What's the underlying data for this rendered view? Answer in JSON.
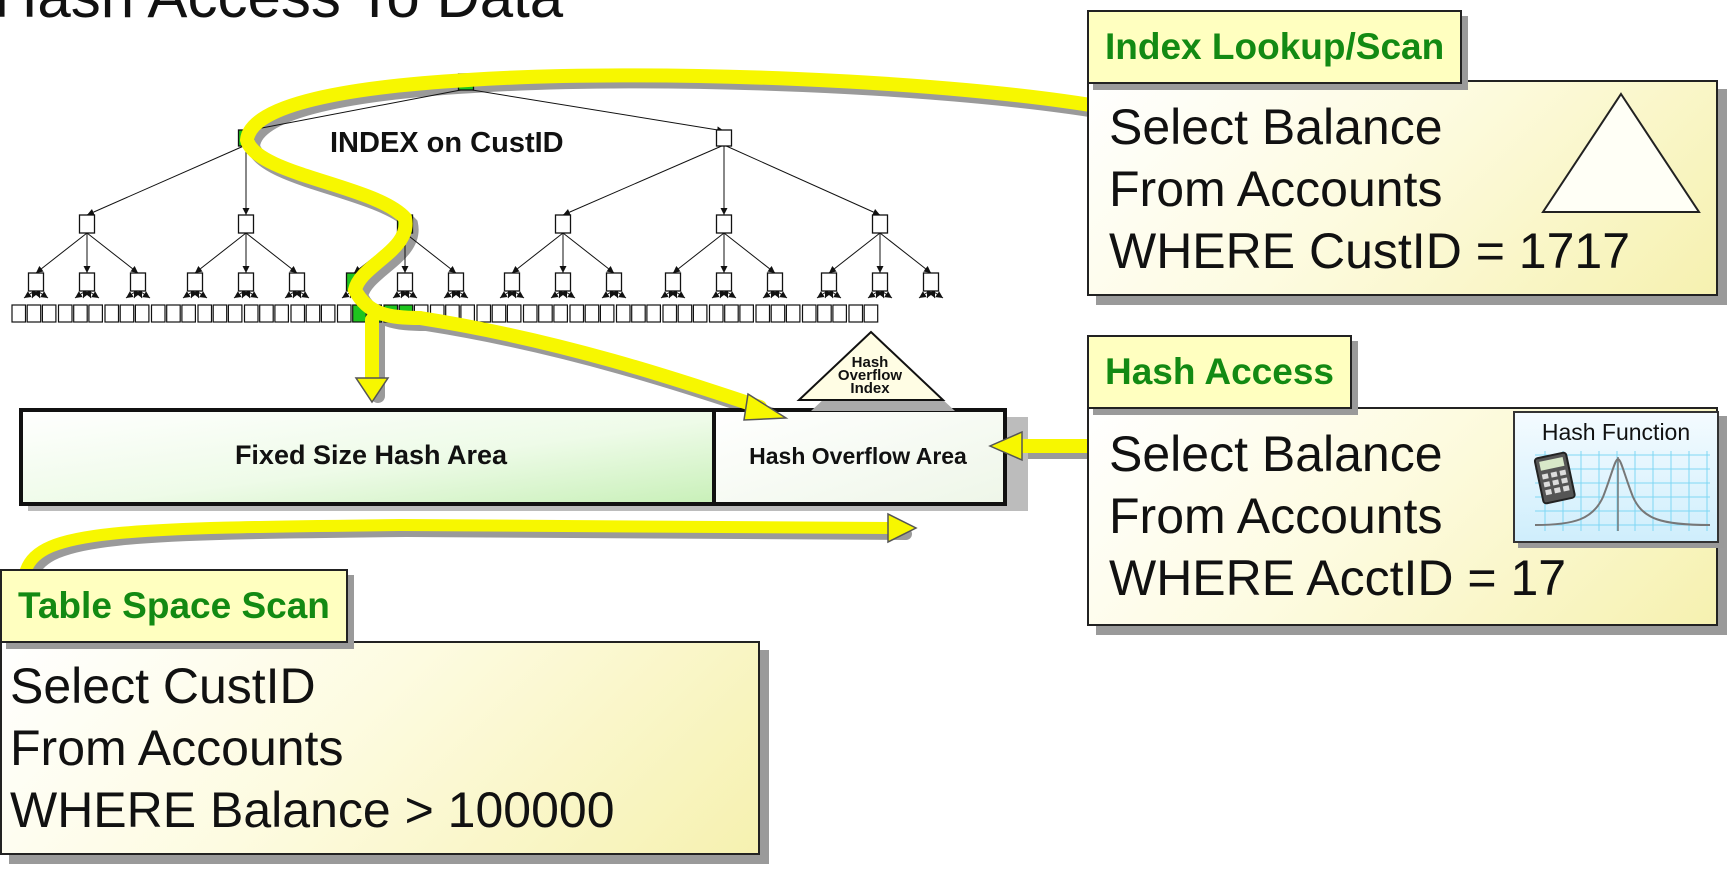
{
  "title": "Hash Access To Data",
  "diagram": {
    "tree_label": "INDEX on CustID",
    "fixed_area_label": "Fixed Size Hash Area",
    "overflow_area_label": "Hash Overflow Area",
    "overflow_index_lines": [
      "Hash",
      "Overflow",
      "Index"
    ]
  },
  "panels": {
    "index": {
      "heading": "Index Lookup/Scan",
      "query": [
        "Select Balance",
        "From Accounts",
        "WHERE CustID = 1717"
      ]
    },
    "hash": {
      "heading": "Hash Access",
      "query": [
        "Select Balance",
        "From Accounts",
        "WHERE AcctID = 17"
      ],
      "function_label": "Hash Function"
    },
    "scan": {
      "heading": "Table Space Scan",
      "query": [
        "Select CustID",
        "From Accounts",
        "WHERE Balance > 100000"
      ]
    }
  },
  "colors": {
    "path_highlight": "#f7f700",
    "active_node": "#1ec41e",
    "heading_text": "#138a13",
    "panel_fill": "#ffffc0"
  }
}
